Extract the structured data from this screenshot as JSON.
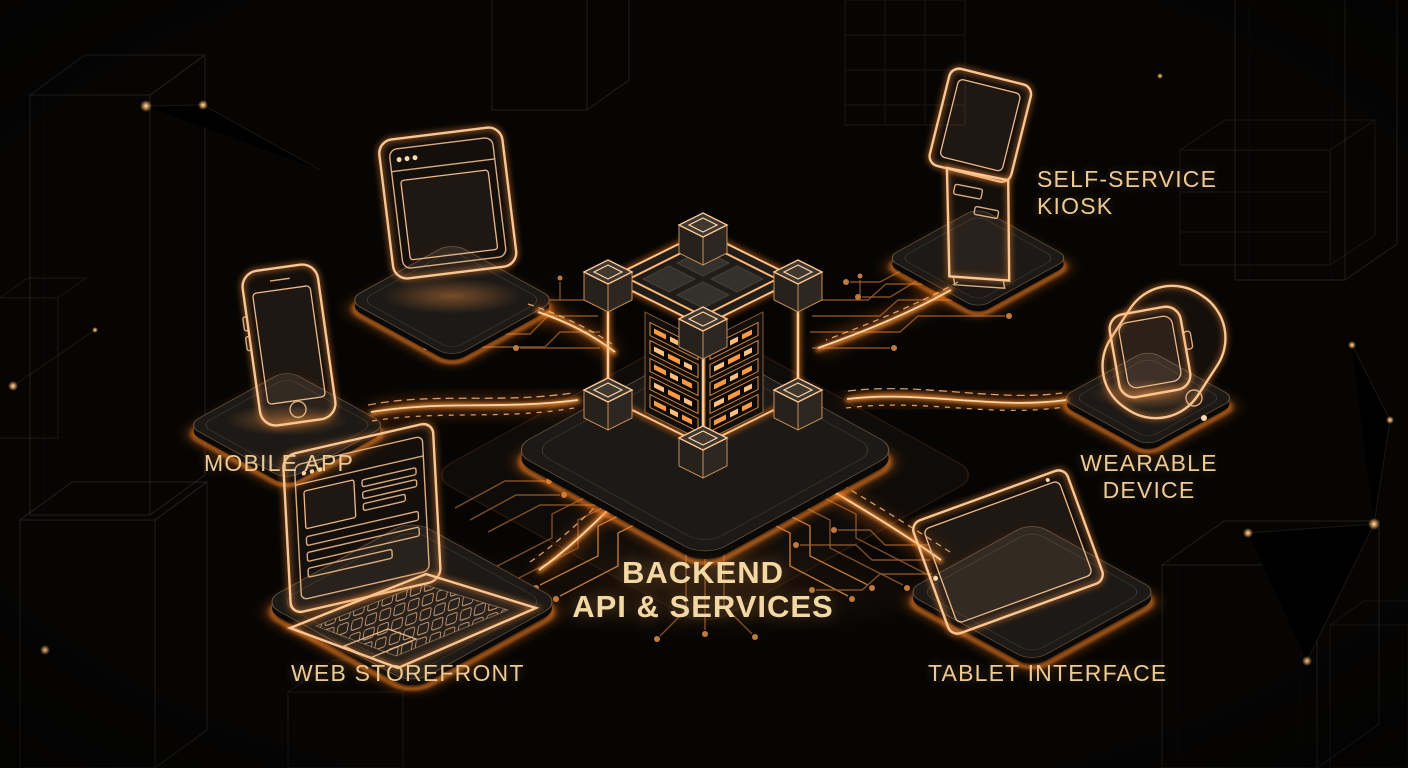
{
  "scene": {
    "background_color": "#060504",
    "accent_glow_color": "#ff8c2e",
    "label_color": "#ecca96",
    "title_color": "#f3d8a3",
    "wireframe_color": "#837b70"
  },
  "center": {
    "title_line1": "BACKEND",
    "title_line2": "API & SERVICES"
  },
  "devices": {
    "browser_window": {
      "icon": "browser-window-icon",
      "label": ""
    },
    "mobile_app": {
      "icon": "smartphone-icon",
      "label": "MOBILE APP"
    },
    "self_service_kiosk": {
      "icon": "kiosk-icon",
      "label_line1": "SELF-SERVICE",
      "label_line2": "KIOSK"
    },
    "wearable_device": {
      "icon": "smartwatch-icon",
      "label_line1": "WEARABLE",
      "label_line2": "DEVICE"
    },
    "web_storefront": {
      "icon": "laptop-icon",
      "label": "WEB STOREFRONT"
    },
    "tablet_interface": {
      "icon": "tablet-icon",
      "label": "TABLET INTERFACE"
    }
  }
}
